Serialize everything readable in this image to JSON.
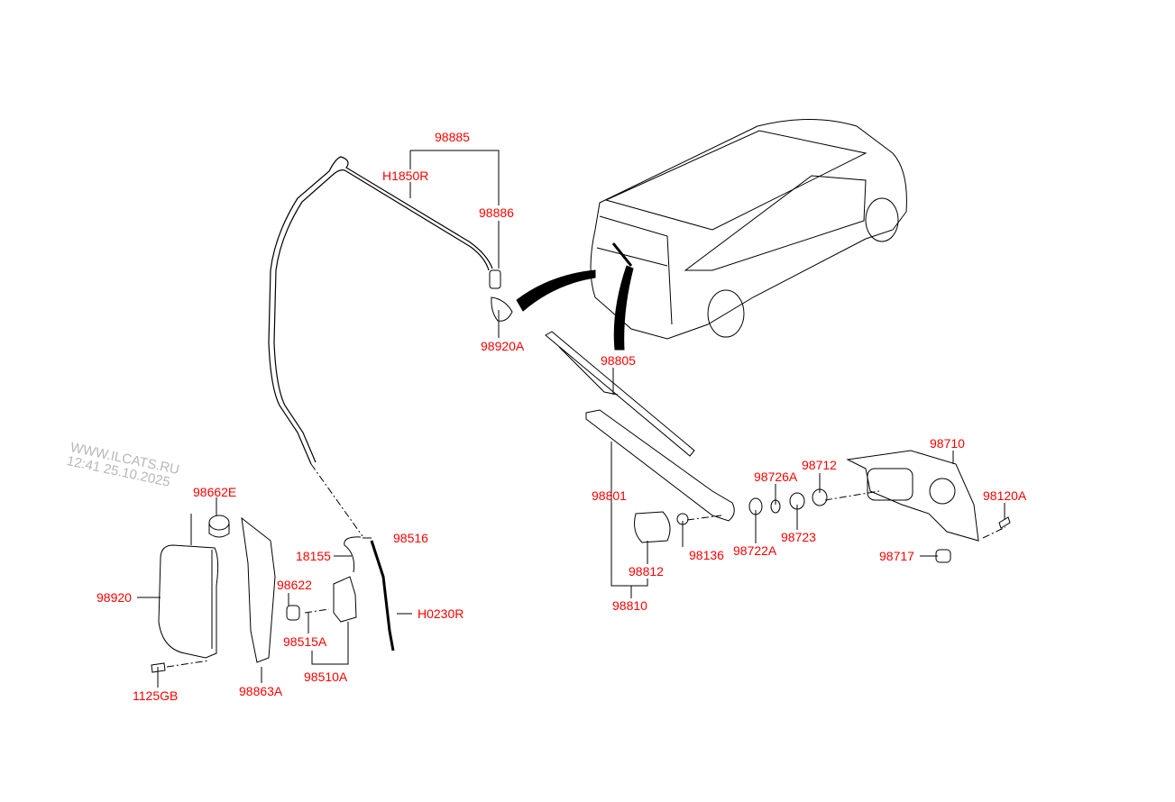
{
  "watermark": {
    "site": "WWW.ILCATS.RU",
    "timestamp": "12:41 25.10.2025"
  },
  "labels": {
    "p98885": "98885",
    "h1850r": "H1850R",
    "p98886": "98886",
    "p98920a": "98920A",
    "p98805": "98805",
    "p98801": "98801",
    "p98812": "98812",
    "p98810": "98810",
    "p98136": "98136",
    "p98726a": "98726A",
    "p98712": "98712",
    "p98710": "98710",
    "p98120a": "98120A",
    "p98722a": "98722A",
    "p98723": "98723",
    "p98717": "98717",
    "p98662e": "98662E",
    "p98920": "98920",
    "p98622": "98622",
    "p98515a": "98515A",
    "p98510a": "98510A",
    "p98516": "98516",
    "p18155": "18155",
    "h0230r": "H0230R",
    "p98863a": "98863A",
    "p1125gb": "1125GB"
  },
  "colors": {
    "label": "#ff0000",
    "line": "#000000",
    "watermark": "#b8b8b8"
  }
}
